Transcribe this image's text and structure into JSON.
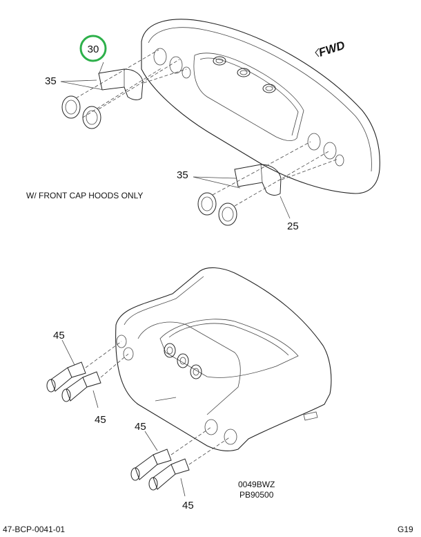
{
  "labels": {
    "callout_30": "30",
    "callout_35_top": "35",
    "callout_35_mid": "35",
    "callout_25": "25",
    "callout_45_a": "45",
    "callout_45_b": "45",
    "callout_45_c": "45",
    "callout_45_d": "45",
    "note": "W/ FRONT CAP HOODS ONLY",
    "fwd": "FWD",
    "drawing_code_1": "0049BWZ",
    "drawing_code_2": "PB90500",
    "part_number": "47-BCP-0041-01",
    "page_ref": "G19"
  },
  "colors": {
    "highlight_circle": "#2db04a",
    "line": "#222222"
  }
}
